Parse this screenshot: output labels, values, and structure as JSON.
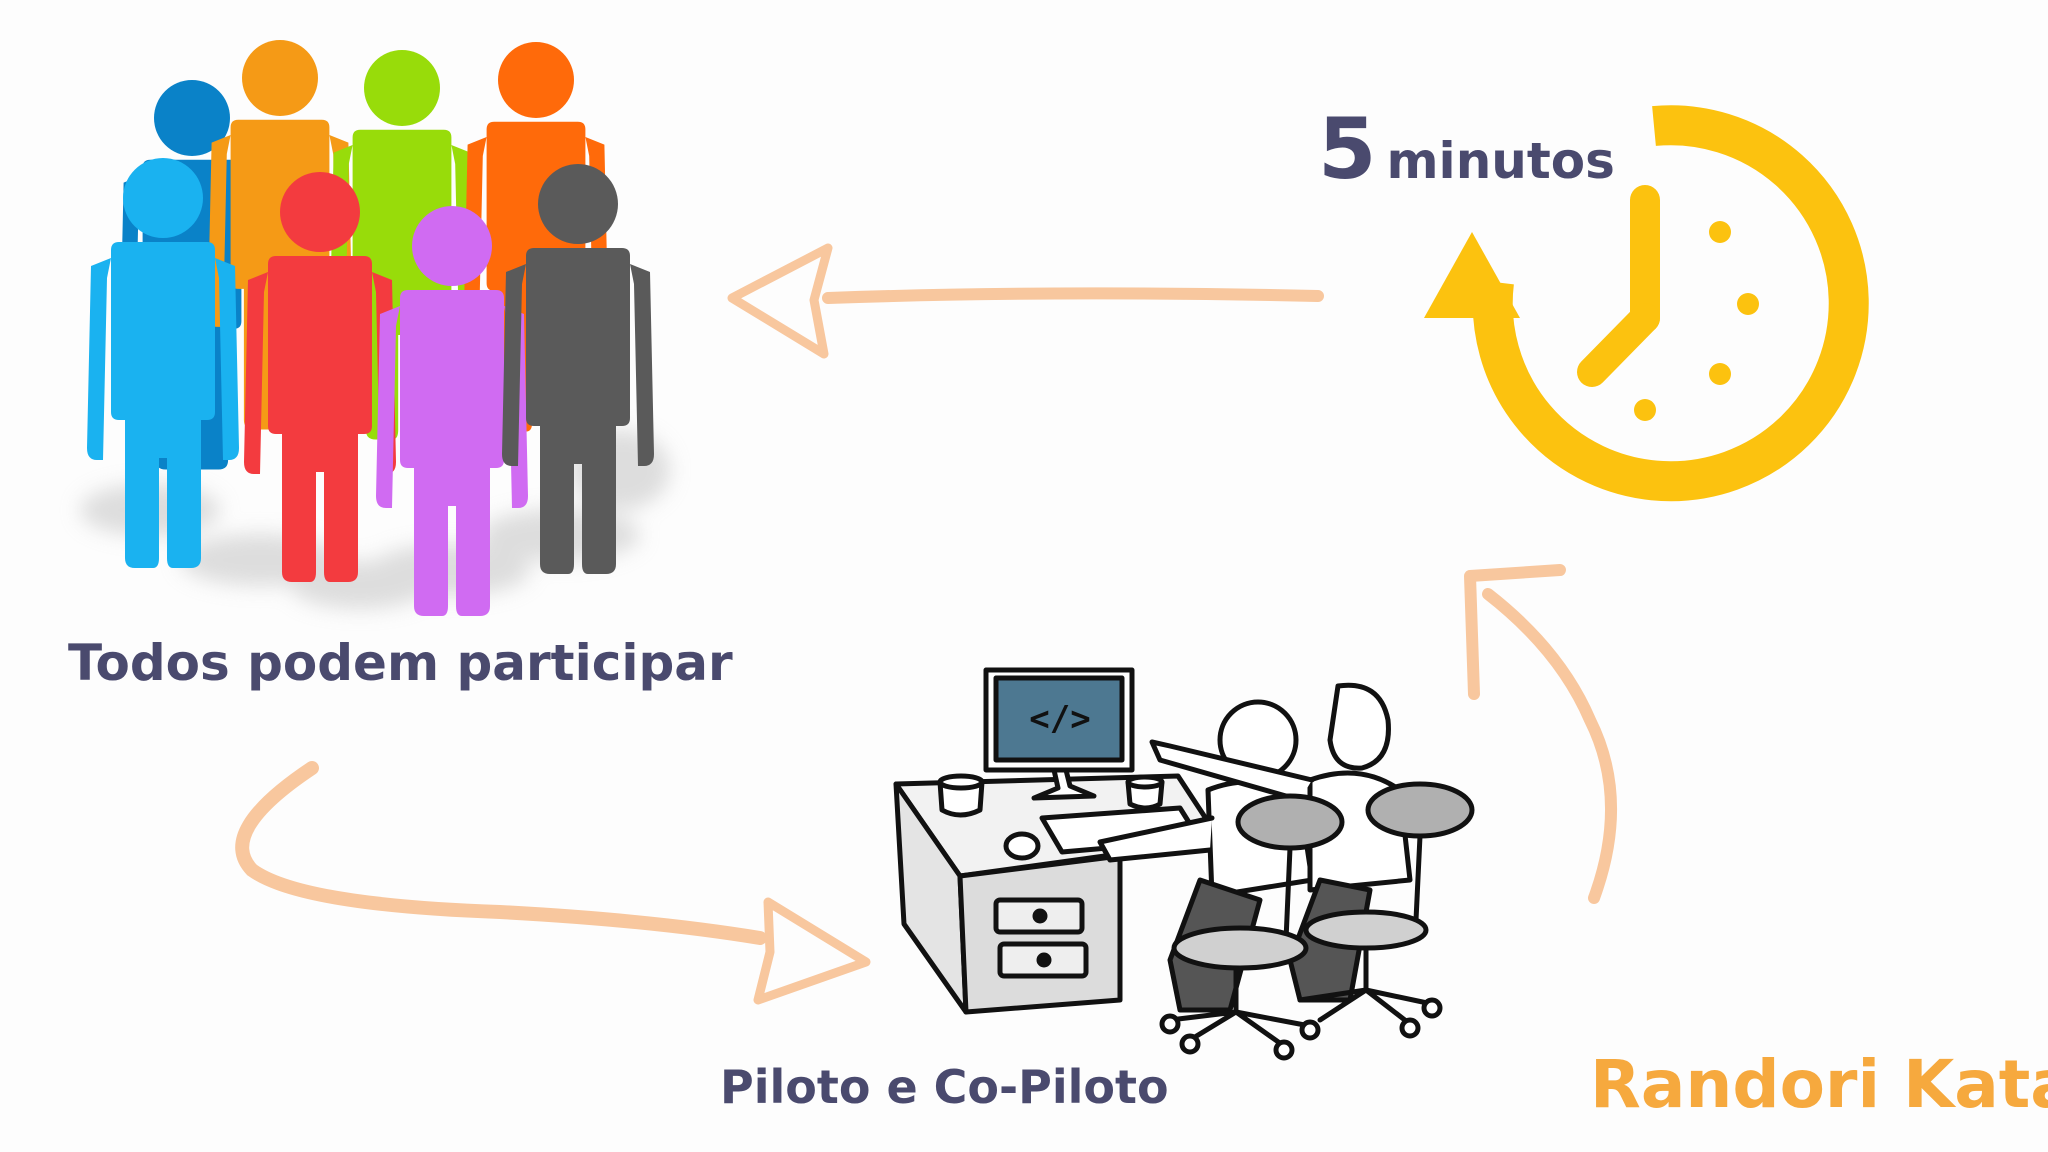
{
  "labels": {
    "everyone": "Todos podem participar",
    "pair": "Piloto e Co-Piloto",
    "title": "Randori Kata",
    "timer_number": "5",
    "timer_unit": "minutos"
  },
  "icons": {
    "crowd": "people-crowd-icon",
    "timer": "clock-timer-icon",
    "pair_programming": "pair-programming-illustration"
  },
  "colors": {
    "text": "#4a4a6e",
    "title": "#f6a93e",
    "arrow": "#f8c79e",
    "timer": "#fcc20f",
    "people": [
      "#0a82c8",
      "#f59a16",
      "#98dc0a",
      "#ff6a0a",
      "#1ab2f0",
      "#f33b3f",
      "#d06bf2",
      "#5a5a5a"
    ]
  }
}
